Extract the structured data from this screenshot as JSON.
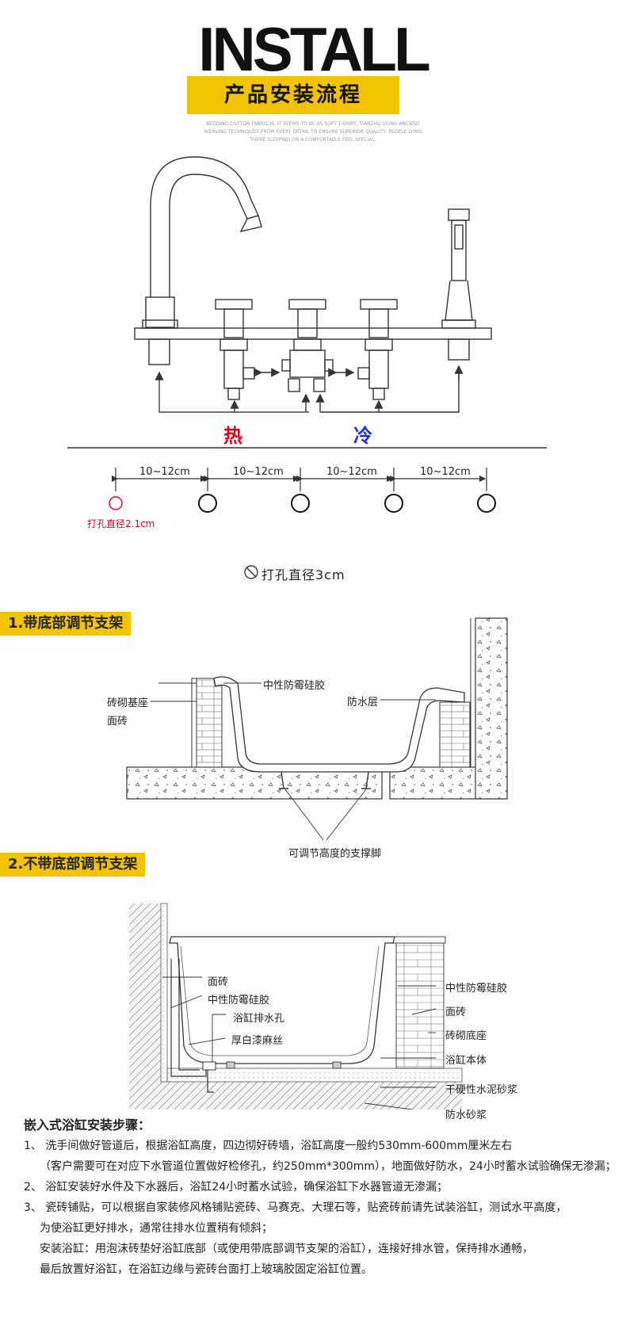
{
  "header": {
    "title": "INSTALL",
    "subtitle": "产品安装流程",
    "fine_print": [
      "BEDDING COTTON FABRIC IS, IT SEEMS TO BE AS SOFT T-SHIRT, TIANZHU USING ANCIENT",
      "WEAVING TECHNIQUES FROM EVERY DETAIL TO ENSURE SUPERIOR QUALITY, PEOPLE LYING",
      "THERE SLEEPING ON A COMFORTABLE FEEL SPECIAL."
    ]
  },
  "faucet": {
    "hot_label": "热",
    "cold_label": "冷",
    "spacing_labels": [
      "10~12cm",
      "10~12cm",
      "10~12cm",
      "10~12cm"
    ],
    "small_hole_note": "打孔直径2.1cm",
    "hole_note": "打孔直径3cm",
    "colors": {
      "hot": "#e3001b",
      "cold": "#1d2fd6",
      "accent": "#f2c400"
    }
  },
  "section1": {
    "title": "1.带底部调节支架",
    "labels": {
      "base": "砖砌基座",
      "tile": "面砖",
      "silicone": "中性防霉硅胶",
      "waterproof": "防水层",
      "support": "可调节高度的支撑脚"
    }
  },
  "section2": {
    "title": "2.不带底部调节支架",
    "labels": {
      "tile_top": "面砖",
      "silicone_left": "中性防霉硅胶",
      "drain": "浴缸排水孔",
      "hemp": "厚白漆麻丝",
      "silicone_right": "中性防霉硅胶",
      "tile_right": "面砖",
      "base": "砖砌底座",
      "body": "浴缸本体",
      "mortar": "干硬性水泥砂浆",
      "waterproof": "防水砂浆"
    }
  },
  "steps": {
    "title": "嵌入式浴缸安装步骤：",
    "lines": [
      "1、 洗手间做好管道后，根据浴缸高度，四边彻好砖墙，浴缸高度一般约530mm-600mm厘米左右",
      "（客户需要可在对应下水管道位置做好检修孔，约250mm*300mm），地面做好防水，24小时蓄水试验确保无渗漏；",
      "2、 浴缸安装好水件及下水器后，浴缸24小时蓄水试验，确保浴缸下水器管道无渗漏；",
      "3、 瓷砖铺贴，可以根据自家装修风格铺贴瓷砖、马赛克、大理石等，贴瓷砖前请先试装浴缸，测试水平高度，",
      "为使浴缸更好排水，通常往排水位置稍有倾斜；",
      "安装浴缸：用泡沫砖垫好浴缸底部（或使用带底部调节支架的浴缸），连接好排水管，保持排水通畅，",
      "最后放置好浴缸，在浴缸边缘与瓷砖台面打上玻璃胶固定浴缸位置。"
    ]
  }
}
